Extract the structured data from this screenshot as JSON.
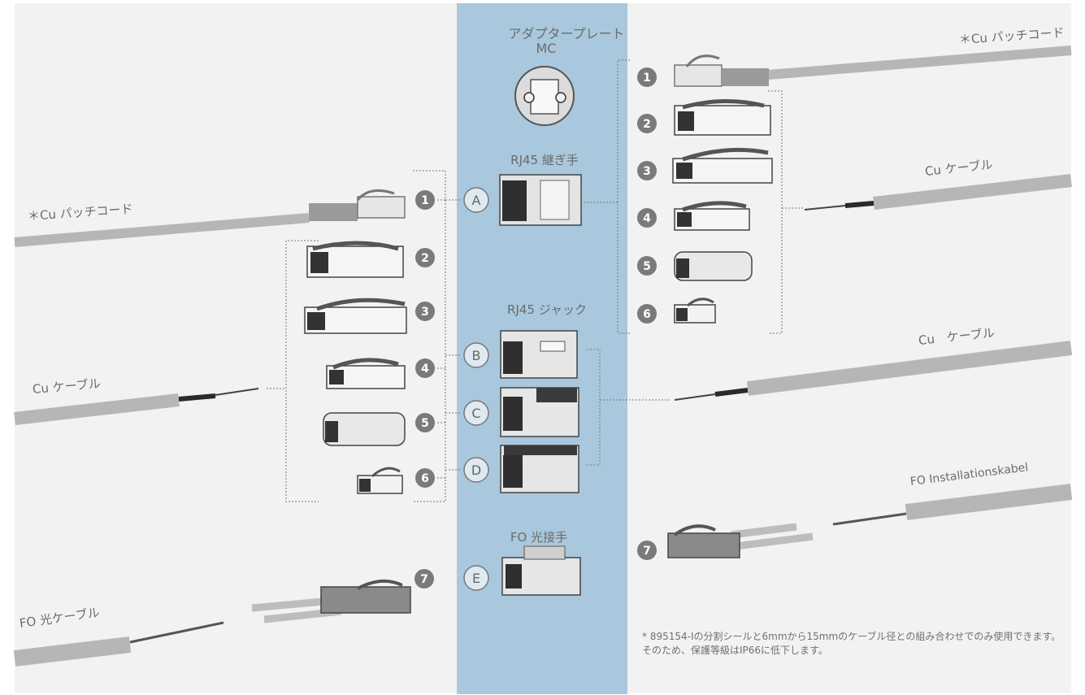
{
  "center": {
    "adapter_title": "アダプタープレート",
    "adapter_sub": "MC",
    "coupler_title": "RJ45 継ぎ手",
    "jack_title": "RJ45 ジャック",
    "fo_title": "FO 光接手"
  },
  "left": {
    "patch_label": "＊Cu パッチコード",
    "cable_label": "Cu ケーブル",
    "fo_label": "FO 光ケーブル"
  },
  "right": {
    "patch_label": "＊Cu パッチコード",
    "cable_label_1": "Cu ケーブル",
    "cable_label_2": "Cu　ケーブル",
    "fo_label": "FO Installationskabel"
  },
  "markers": {
    "numbers": [
      "1",
      "2",
      "3",
      "4",
      "5",
      "6",
      "7"
    ],
    "letters": [
      "A",
      "B",
      "C",
      "D",
      "E"
    ]
  },
  "footnote": "* 895154-Iの分割シールと6mmから15mmのケーブル径との組み合わせでのみ使用できます。そのため、保護等級はIP66に低下します。",
  "colors": {
    "band": "#a9c8dd",
    "background": "#f2f2f2",
    "cable": "#b6b6b6",
    "marker": "#7a7a7a"
  }
}
